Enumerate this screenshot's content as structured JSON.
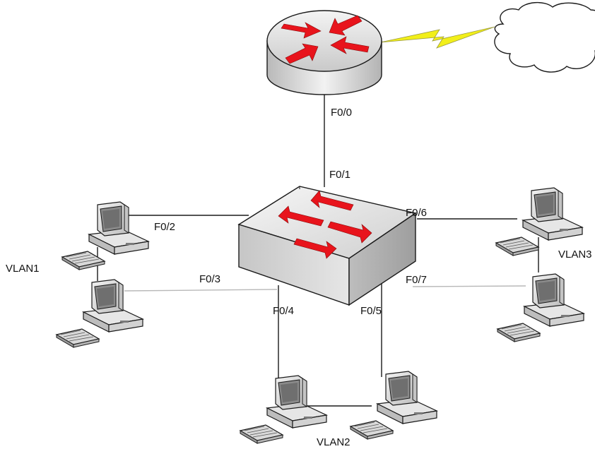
{
  "ports": {
    "router_f0_0": "F0/0",
    "switch_f0_1": "F0/1",
    "f0_2": "F0/2",
    "f0_3": "F0/3",
    "f0_4": "F0/4",
    "f0_5": "F0/5",
    "f0_6": "F0/6",
    "f0_7": "F0/7"
  },
  "vlans": {
    "vlan1": "VLAN1",
    "vlan2": "VLAN2",
    "vlan3": "VLAN3"
  },
  "colors": {
    "arrow": "#e8141c",
    "link": "#1a1a1a",
    "link_light": "#b8b8b8",
    "wan_bolt": "#f2ef1a",
    "device_body": "#d9d9d9"
  },
  "icons": {
    "router": "router-icon",
    "switch": "switch-icon",
    "pc": "pc-icon",
    "cloud": "cloud-icon",
    "wan": "lightning-bolt-icon"
  }
}
